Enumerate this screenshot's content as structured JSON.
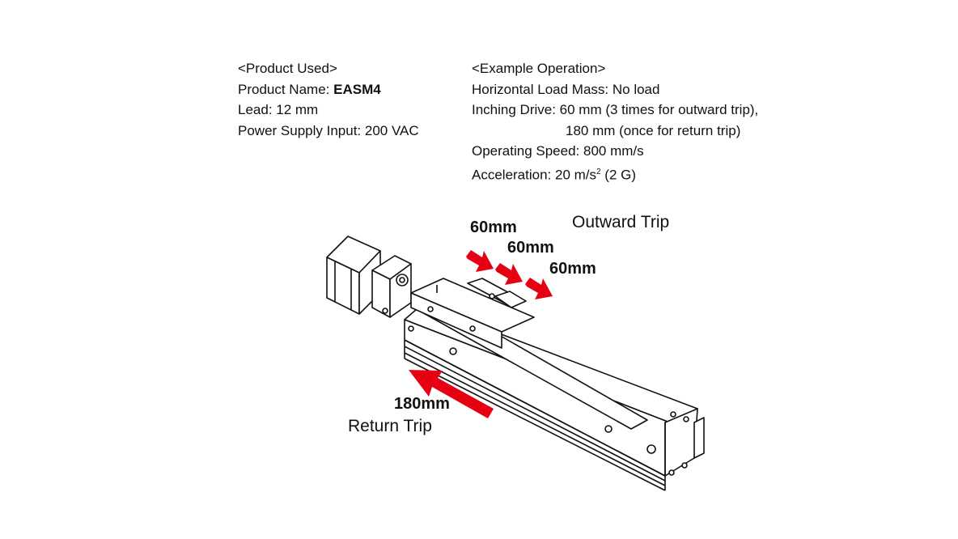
{
  "product_used": {
    "heading": "<Product Used>",
    "name_label": "Product  Name: ",
    "name_value": "EASM4",
    "lead": "Lead: 12 mm",
    "power": "Power Supply Input: 200 VAC"
  },
  "example_operation": {
    "heading": "<Example Operation>",
    "load": "Horizontal Load Mass: No load",
    "inching_line1": "Inching Drive: 60 mm (3 times for outward trip),",
    "inching_line2": "180 mm (once for return trip)",
    "speed": "Operating Speed: 800 mm/s",
    "accel_prefix": "Acceleration: 20 m/s",
    "accel_sup": "2",
    "accel_suffix": " (2 G)"
  },
  "diagram": {
    "outward_title": "Outward Trip",
    "outward_steps": [
      "60mm",
      "60mm",
      "60mm"
    ],
    "return_distance": "180mm",
    "return_title": "Return Trip",
    "arrow_color": "#e60012"
  }
}
